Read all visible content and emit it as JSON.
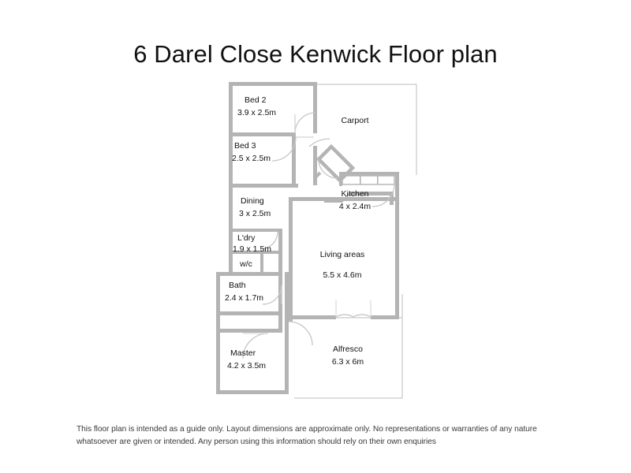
{
  "title": "6 Darel Close Kenwick Floor plan",
  "disclaimer": {
    "line1": "This floor plan is intended as a guide only. Layout dimensions are approximate only. No representations or warranties of any nature",
    "line2": "whatsoever are given or intended. Any person using this information should rely on their own enquiries"
  },
  "colors": {
    "wall": "#b4b4b4",
    "wall_edge": "#8d8d8d",
    "thin_line": "#c9c9c9",
    "door_arc": "#bdbdbd",
    "text": "#111111",
    "background": "#ffffff"
  },
  "floorplan": {
    "rooms": [
      {
        "id": "bed2",
        "label": "Bed 2",
        "dimensions": "3.9 x 2.5m"
      },
      {
        "id": "bed3",
        "label": "Bed 3",
        "dimensions": "2.5 x 2.5m"
      },
      {
        "id": "carport",
        "label": "Carport",
        "dimensions": ""
      },
      {
        "id": "kitchen",
        "label": "Kitchen",
        "dimensions": "4 x 2.4m"
      },
      {
        "id": "dining",
        "label": "Dining",
        "dimensions": "3 x 2.5m"
      },
      {
        "id": "laundry",
        "label": "L'dry",
        "dimensions": "1.9 x 1.5m"
      },
      {
        "id": "wc",
        "label": "w/c",
        "dimensions": ""
      },
      {
        "id": "bath",
        "label": "Bath",
        "dimensions": "2.4 x 1.7m"
      },
      {
        "id": "living",
        "label": "Living areas",
        "dimensions": "5.5 x 4.6m"
      },
      {
        "id": "master",
        "label": "Master",
        "dimensions": "4.2 x 3.5m"
      },
      {
        "id": "alfresco",
        "label": "Alfresco",
        "dimensions": "6.3 x 6m"
      }
    ]
  }
}
